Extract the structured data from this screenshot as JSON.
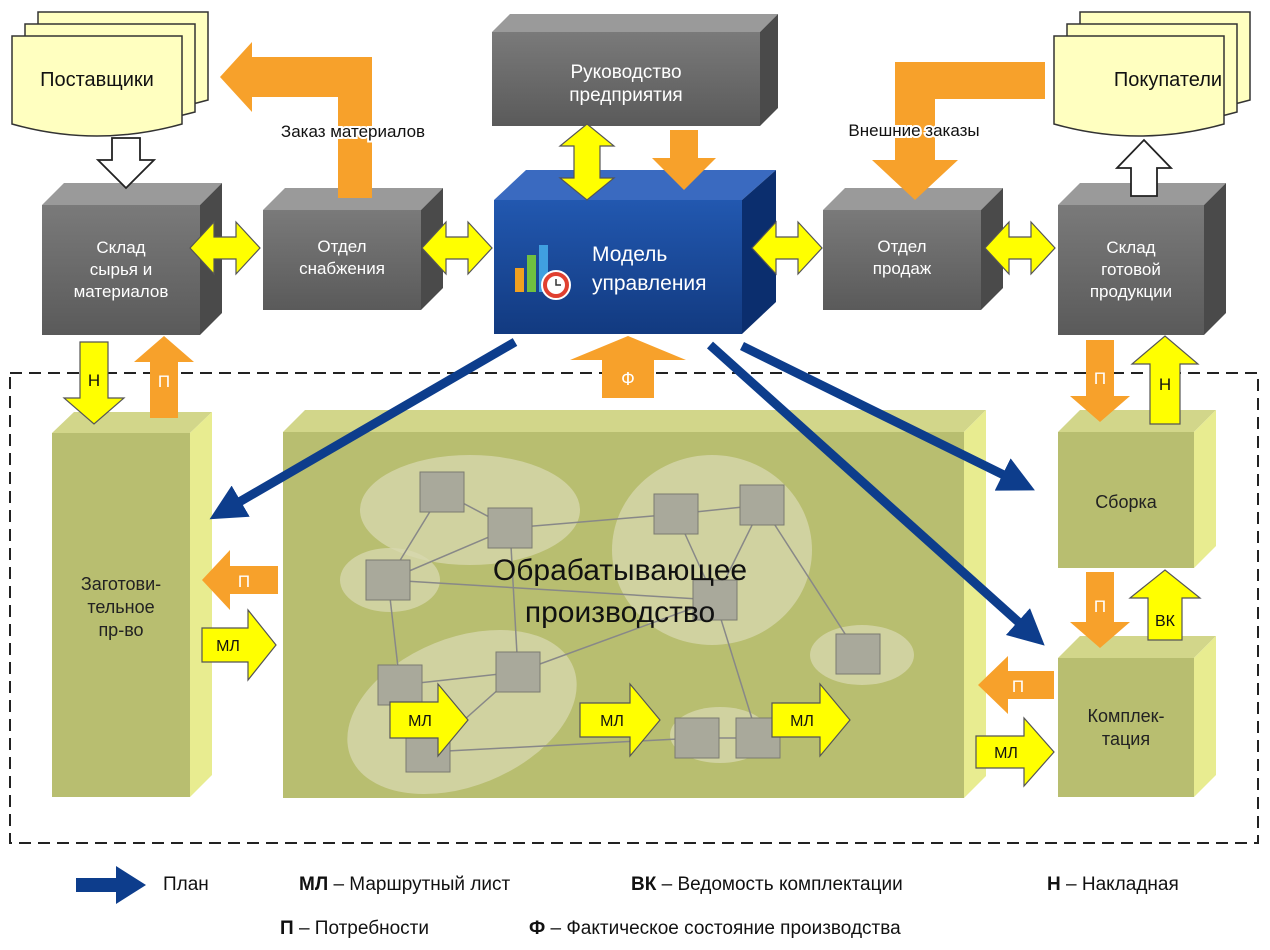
{
  "nodes": {
    "suppliers": "Поставщики",
    "buyers": "Покупатели",
    "management_1": "Руководство",
    "management_2": "предприятия",
    "raw_store_1": "Склад",
    "raw_store_2": "сырья и",
    "raw_store_3": "материалов",
    "supply_1": "Отдел",
    "supply_2": "снабжения",
    "model_1": "Модель",
    "model_2": "управления",
    "sales_1": "Отдел",
    "sales_2": "продаж",
    "finished_store_1": "Склад",
    "finished_store_2": "готовой",
    "finished_store_3": "продукции",
    "blank_1": "Заготови-",
    "blank_2": "тельное",
    "blank_3": "пр-во",
    "processing_1": "Обрабатывающее",
    "processing_2": "производство",
    "assembly": "Сборка",
    "kitting_1": "Комплек-",
    "kitting_2": "тация"
  },
  "edge_labels": {
    "material_order": "Заказ материалов",
    "external_orders": "Внешние заказы",
    "n": "Н",
    "p": "П",
    "f": "Ф",
    "ml": "МЛ",
    "vk": "ВК"
  },
  "legend": {
    "plan": "План",
    "ml_abbr": "МЛ",
    "ml_text": "– Маршрутный лист",
    "vk_abbr": "ВК",
    "vk_text": "– Ведомость комплектации",
    "n_abbr": "Н",
    "n_text": "– Накладная",
    "p_abbr": "П",
    "p_text": "– Потребности",
    "f_abbr": "Ф",
    "f_text": "– Фактическое состояние производства"
  },
  "colors": {
    "gray_box": "#6e6e6e",
    "blue_box": "#1a4a9c",
    "olive_box": "#b8be70",
    "doc_yellow": "#ffffc0",
    "arrow_yellow": "#ffff00",
    "arrow_orange": "#f7a12b",
    "plan_blue": "#0d3d8c"
  }
}
